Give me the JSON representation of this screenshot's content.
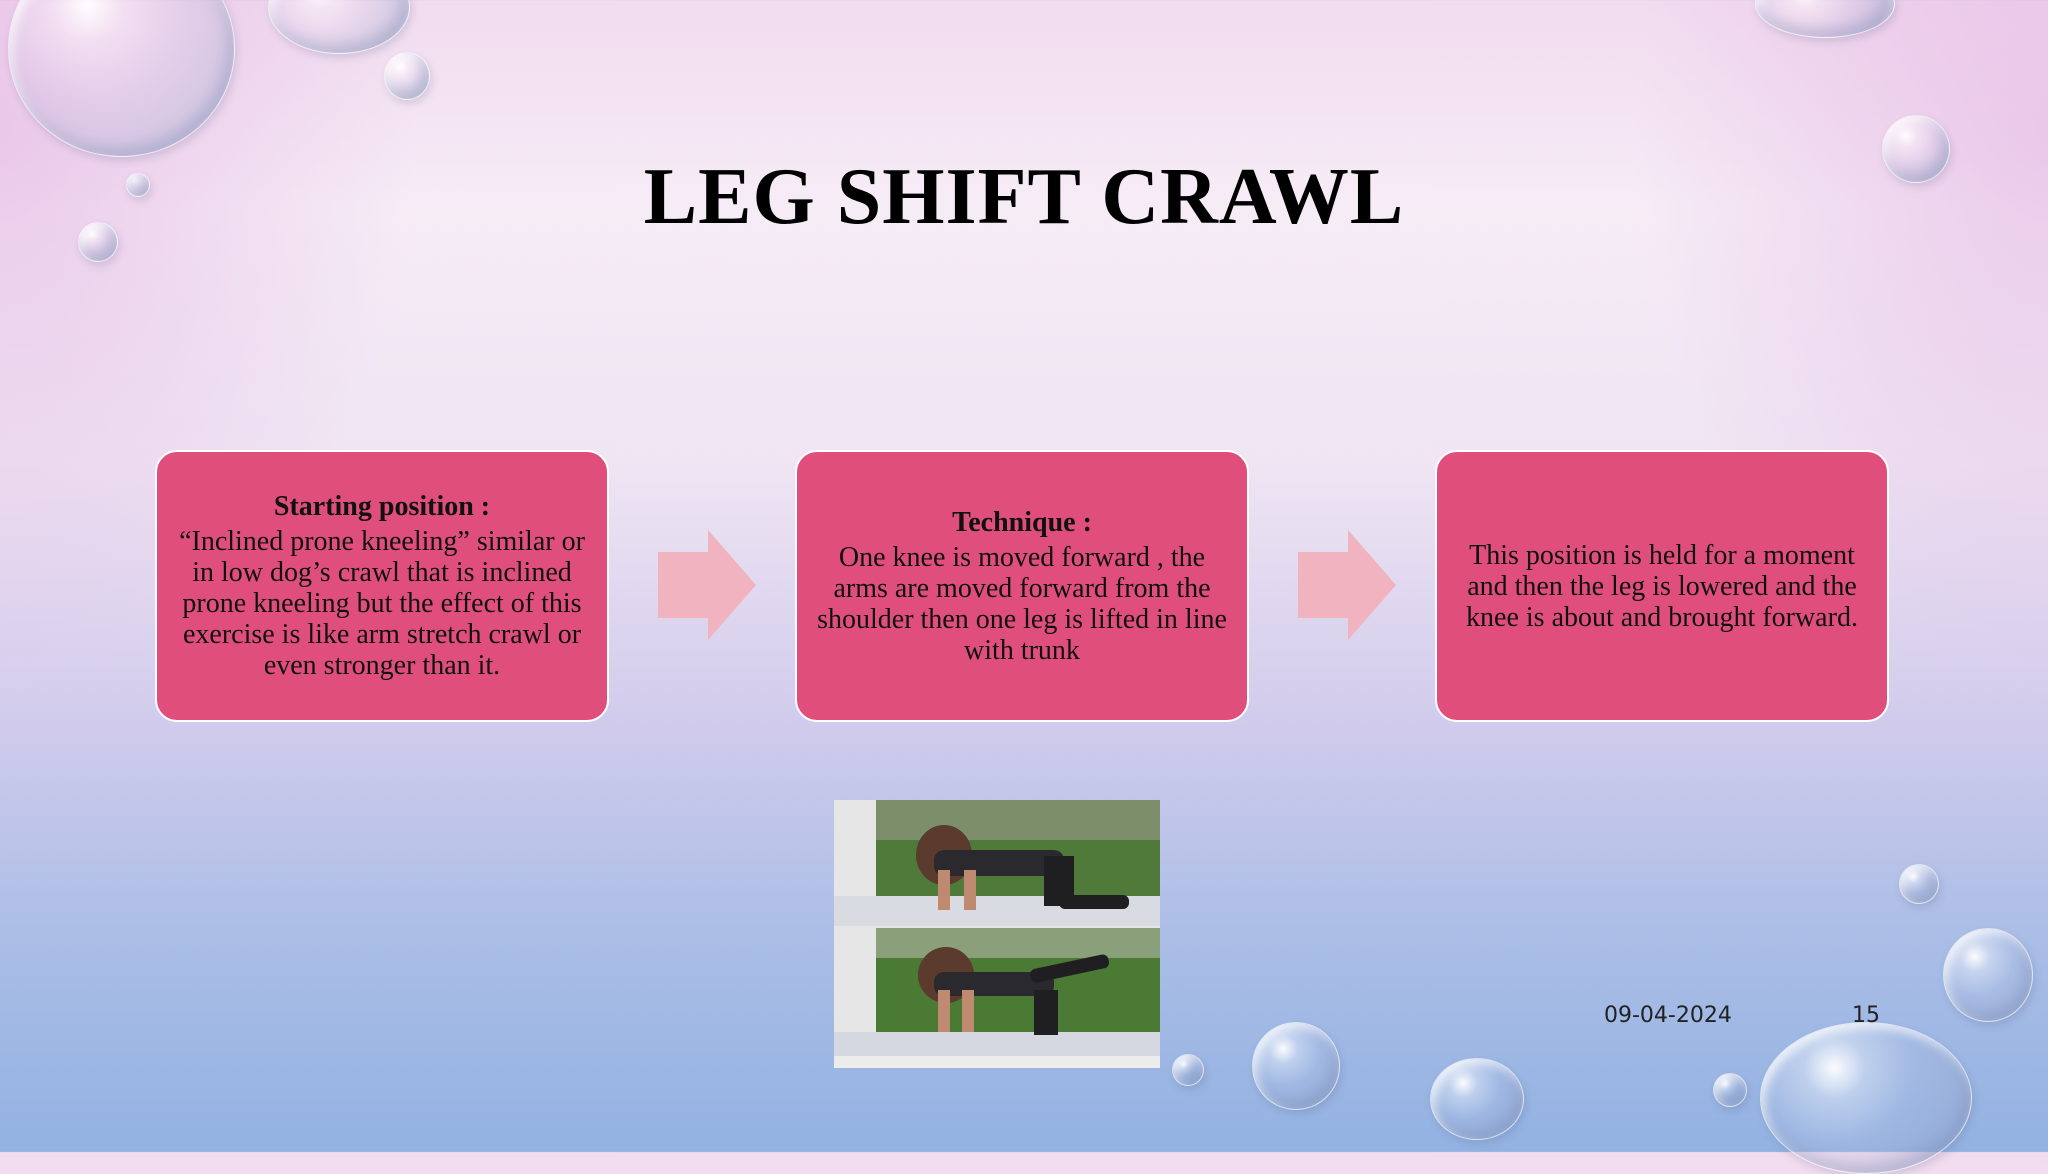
{
  "slide": {
    "title": "LEG SHIFT CRAWL",
    "boxes": [
      {
        "heading": "Starting position :",
        "text": "“Inclined prone kneeling” similar or in low dog’s crawl that is inclined prone kneeling but the effect of this exercise is like arm stretch crawl or even stronger than it."
      },
      {
        "heading": "Technique :",
        "text": "One knee is moved forward , the arms are moved forward from the shoulder then one leg is lifted in line with trunk"
      },
      {
        "heading": "",
        "text": "This position is held for a moment and then the leg is lowered and the knee is about and brought forward."
      }
    ],
    "footer": {
      "date": "09-04-2024",
      "page_number": "15"
    }
  },
  "colors": {
    "box_fill": "#e04f7b",
    "arrow_fill": "#f0b3bf",
    "title_color": "#000000"
  },
  "icons": {
    "arrow": "right-arrow-icon",
    "decoration": "water-droplet"
  }
}
